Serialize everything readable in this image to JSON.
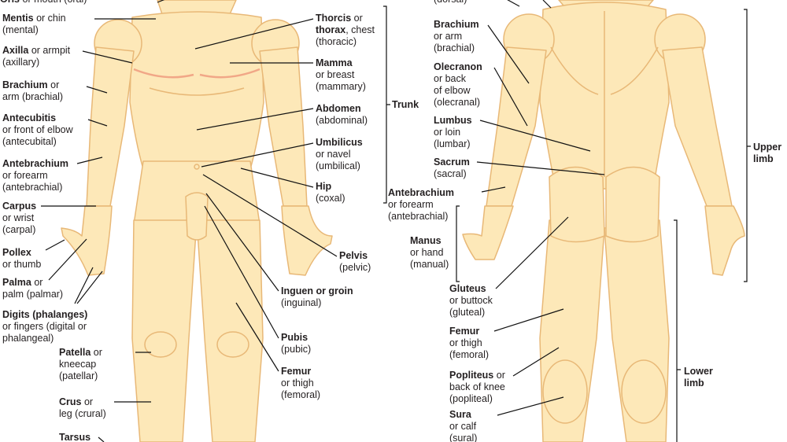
{
  "colors": {
    "skin": "#fde8b8",
    "outline": "#e8b877",
    "blush": "#f1a787",
    "leader": "#111111",
    "text": "#231f20"
  },
  "groups": {
    "trunk": "Trunk",
    "upper_limb": "Upper limb",
    "lower_limb": "Lower limb"
  },
  "anterior": [
    {
      "key": "oris",
      "bold": "Oris",
      "rest": " or mouth (oral)"
    },
    {
      "key": "mentis",
      "bold": "Mentis",
      "rest": " or chin",
      "sub": [
        "(mental)"
      ]
    },
    {
      "key": "axilla",
      "bold": "Axilla",
      "rest": " or armpit",
      "sub": [
        "(axillary)"
      ]
    },
    {
      "key": "brachium",
      "bold": "Brachium",
      "rest": " or",
      "sub": [
        "arm (brachial)"
      ]
    },
    {
      "key": "antecubitis",
      "bold": "Antecubitis",
      "rest": "",
      "sub": [
        "or front of elbow",
        "(antecubital)"
      ]
    },
    {
      "key": "antebrachium",
      "bold": "Antebrachium",
      "rest": "",
      "sub": [
        "or forearm",
        "(antebrachial)"
      ]
    },
    {
      "key": "carpus",
      "bold": "Carpus",
      "rest": "",
      "sub": [
        "or wrist",
        "(carpal)"
      ]
    },
    {
      "key": "pollex",
      "bold": "Pollex",
      "rest": "",
      "sub": [
        "or thumb"
      ]
    },
    {
      "key": "palma",
      "bold": "Palma",
      "rest": " or",
      "sub": [
        "palm (palmar)"
      ]
    },
    {
      "key": "digits",
      "bold": "Digits (phalanges)",
      "rest": "",
      "sub": [
        "or fingers (digital or",
        "phalangeal)"
      ]
    },
    {
      "key": "patella",
      "bold": "Patella",
      "rest": " or",
      "sub": [
        "kneecap",
        "(patellar)"
      ]
    },
    {
      "key": "crus",
      "bold": "Crus",
      "rest": " or",
      "sub": [
        "leg (crural)"
      ]
    },
    {
      "key": "tarsus",
      "bold": "Tarsus",
      "rest": ""
    },
    {
      "key": "thorcis",
      "bold": "Thorcis",
      "rest": " or",
      "sub": [],
      "sub_html": [
        [
          "thorax",
          ", chest"
        ],
        [
          "",
          "(thoracic)"
        ]
      ]
    },
    {
      "key": "mamma",
      "bold": "Mamma",
      "rest": "",
      "sub": [
        "or breast",
        "(mammary)"
      ]
    },
    {
      "key": "abdomen",
      "bold": "Abdomen",
      "rest": "",
      "sub": [
        "(abdominal)"
      ]
    },
    {
      "key": "umbilicus",
      "bold": "Umbilicus",
      "rest": "",
      "sub": [
        "or navel",
        "(umbilical)"
      ]
    },
    {
      "key": "hip",
      "bold": "Hip",
      "rest": "",
      "sub": [
        "(coxal)"
      ]
    },
    {
      "key": "pelvis",
      "bold": "Pelvis",
      "rest": "",
      "sub": [
        "(pelvic)"
      ]
    },
    {
      "key": "inguen",
      "bold": "Inguen or groin",
      "rest": "",
      "sub": [
        "(inguinal)"
      ]
    },
    {
      "key": "pubis",
      "bold": "Pubis",
      "rest": "",
      "sub": [
        "(pubic)"
      ]
    },
    {
      "key": "femur_a",
      "bold": "Femur",
      "rest": "",
      "sub": [
        "or thigh",
        "(femoral)"
      ]
    }
  ],
  "posterior": [
    {
      "key": "dorsum",
      "bold": "",
      "rest": "(dorsal)"
    },
    {
      "key": "brachium_p",
      "bold": "Brachium",
      "rest": "",
      "sub": [
        "or arm",
        "(brachial)"
      ]
    },
    {
      "key": "olecranon",
      "bold": "Olecranon",
      "rest": "",
      "sub": [
        "or back",
        "of elbow",
        "(olecranal)"
      ]
    },
    {
      "key": "lumbus",
      "bold": "Lumbus",
      "rest": "",
      "sub": [
        "or loin",
        "(lumbar)"
      ]
    },
    {
      "key": "sacrum",
      "bold": "Sacrum",
      "rest": "",
      "sub": [
        "(sacral)"
      ]
    },
    {
      "key": "antebrachium_p",
      "bold": "Antebrachium",
      "rest": "",
      "sub": [
        "or forearm",
        "(antebrachial)"
      ]
    },
    {
      "key": "manus",
      "bold": "Manus",
      "rest": "",
      "sub": [
        "or hand",
        "(manual)"
      ]
    },
    {
      "key": "gluteus",
      "bold": "Gluteus",
      "rest": "",
      "sub": [
        "or buttock",
        "(gluteal)"
      ]
    },
    {
      "key": "femur_p",
      "bold": "Femur",
      "rest": "",
      "sub": [
        "or thigh",
        "(femoral)"
      ]
    },
    {
      "key": "popliteus",
      "bold": "Popliteus",
      "rest": " or",
      "sub": [
        "back of knee",
        "(popliteal)"
      ]
    },
    {
      "key": "sura",
      "bold": "Sura",
      "rest": "",
      "sub": [
        "or calf",
        "(sural)"
      ]
    }
  ]
}
